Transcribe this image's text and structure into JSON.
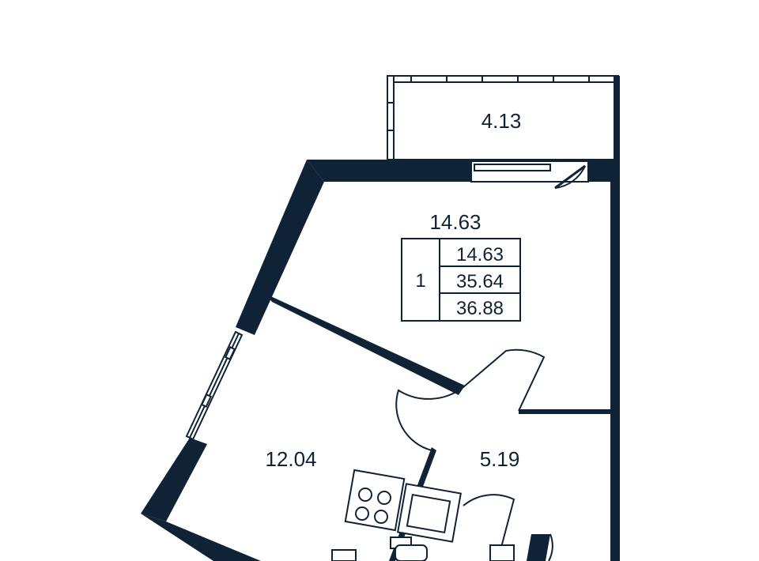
{
  "rooms": {
    "balcony_area": "4.13",
    "living_room_area": "14.63",
    "kitchen_area": "12.04",
    "hallway_area": "5.19"
  },
  "summary_table": {
    "room_count": "1",
    "living_area": "14.63",
    "total_area": "35.64",
    "total_area_with_balcony": "36.88"
  },
  "colors": {
    "wall": "#0f2236",
    "background": "#ffffff"
  }
}
